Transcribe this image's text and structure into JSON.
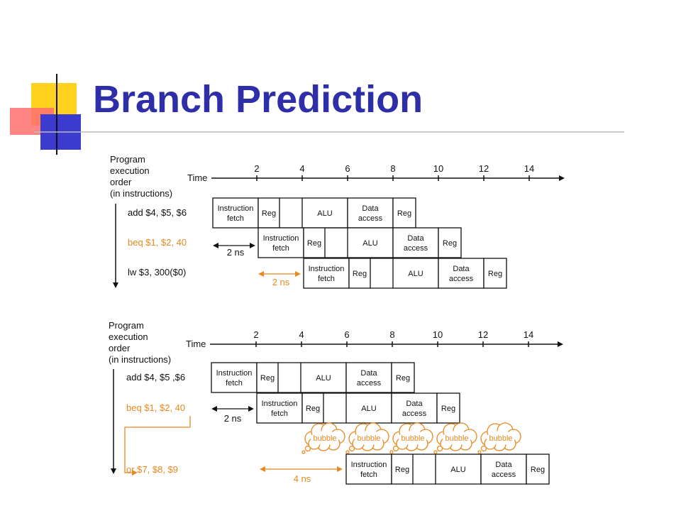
{
  "slide": {
    "title": "Branch Prediction",
    "accent_color": "#2e2ea8",
    "highlight_color": "#e8881e"
  },
  "diagram_top": {
    "program_label": [
      "Program",
      "execution",
      "order",
      "(in instructions)"
    ],
    "time_label": "Time",
    "ticks": [
      "2",
      "4",
      "6",
      "8",
      "10",
      "12",
      "14"
    ],
    "instructions": [
      "add $4, $5, $6",
      "beq $1, $2, 40",
      "lw $3, 300($0)"
    ],
    "stages": [
      [
        "Instruction",
        "fetch"
      ],
      "Reg",
      "ALU",
      [
        "Data",
        "access"
      ],
      "Reg"
    ],
    "delays": [
      "2 ns",
      "2 ns"
    ]
  },
  "diagram_bottom": {
    "program_label": [
      "Program",
      "execution",
      "order",
      "(in instructions)"
    ],
    "time_label": "Time",
    "ticks": [
      "2",
      "4",
      "6",
      "8",
      "10",
      "12",
      "14"
    ],
    "instructions": [
      "add $4, $5 ,$6",
      "beq $1, $2, 40",
      "or $7, $8, $9"
    ],
    "stages": [
      [
        "Instruction",
        "fetch"
      ],
      "Reg",
      "ALU",
      [
        "Data",
        "access"
      ],
      "Reg"
    ],
    "bubble_label": "bubble",
    "delays": [
      "2 ns",
      "4 ns"
    ]
  }
}
